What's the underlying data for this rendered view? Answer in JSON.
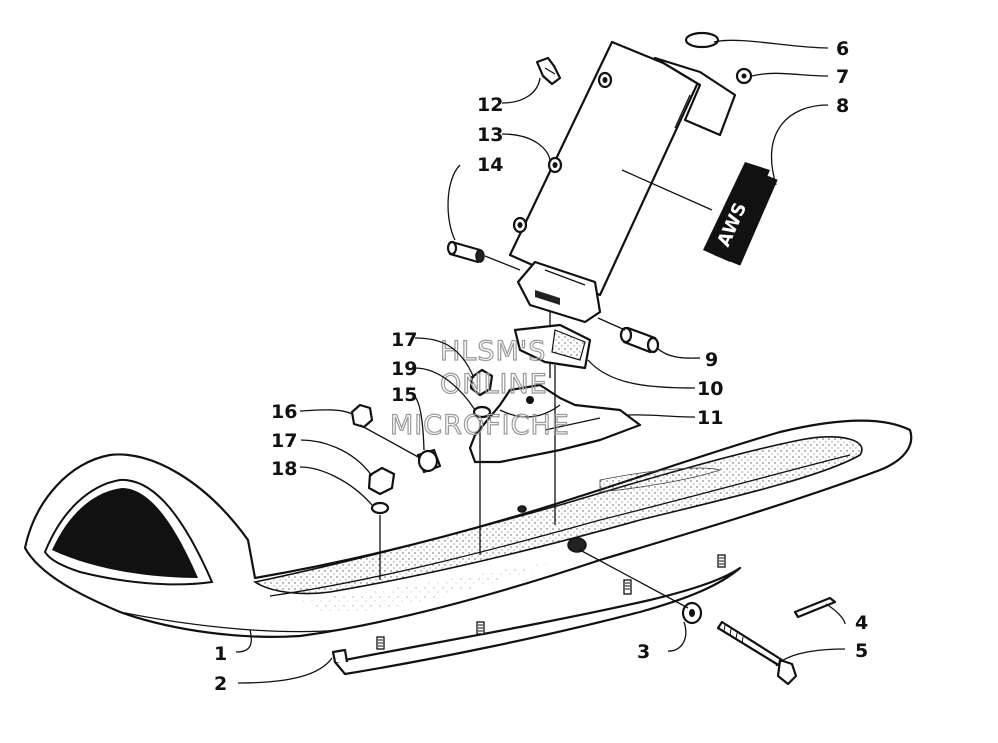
{
  "diagram": {
    "watermark": [
      "HLSM'S",
      "ONLINE",
      "MICROFICHE"
    ],
    "callouts": [
      "1",
      "2",
      "3",
      "4",
      "5",
      "6",
      "7",
      "8",
      "9",
      "10",
      "11",
      "12",
      "13",
      "14",
      "15",
      "16",
      "17",
      "18",
      "19"
    ],
    "decal_text": "AWS"
  }
}
